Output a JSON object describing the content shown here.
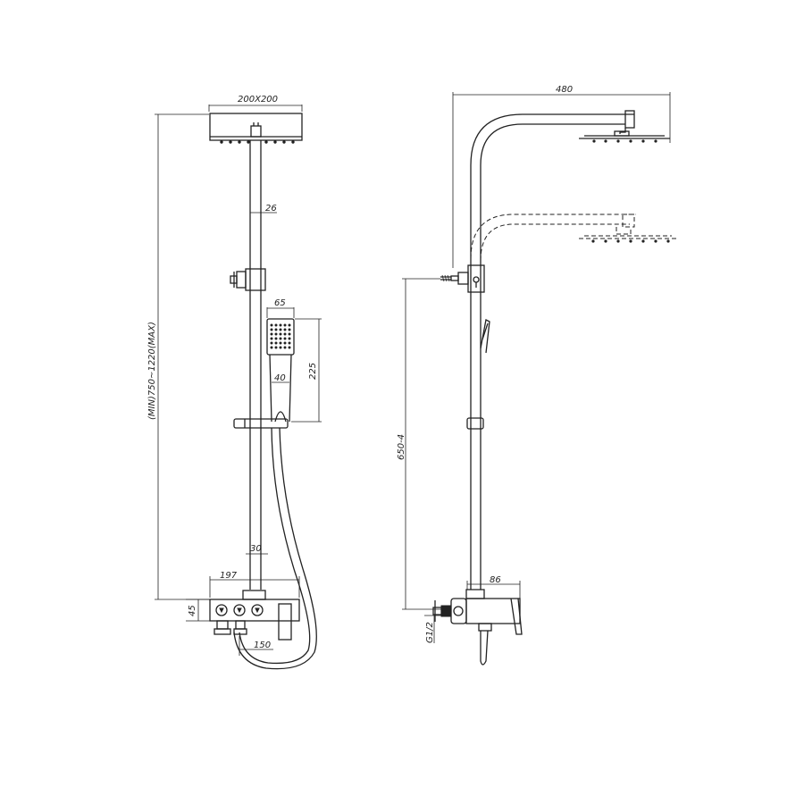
{
  "dimensions": {
    "head_size": "200X200",
    "riser_pipe": "26",
    "handset_width": "65",
    "handset_handle": "40",
    "handset_length": "225",
    "height_range": "(MIN)750~1220(MAX)",
    "lower_pipe": "30",
    "mixer_width": "197",
    "mixer_height": "45",
    "inlet_spacing": "150",
    "arm_reach": "480",
    "mount_height": "650-4",
    "mixer_depth": "86",
    "inlet_thread": "G1/2"
  }
}
